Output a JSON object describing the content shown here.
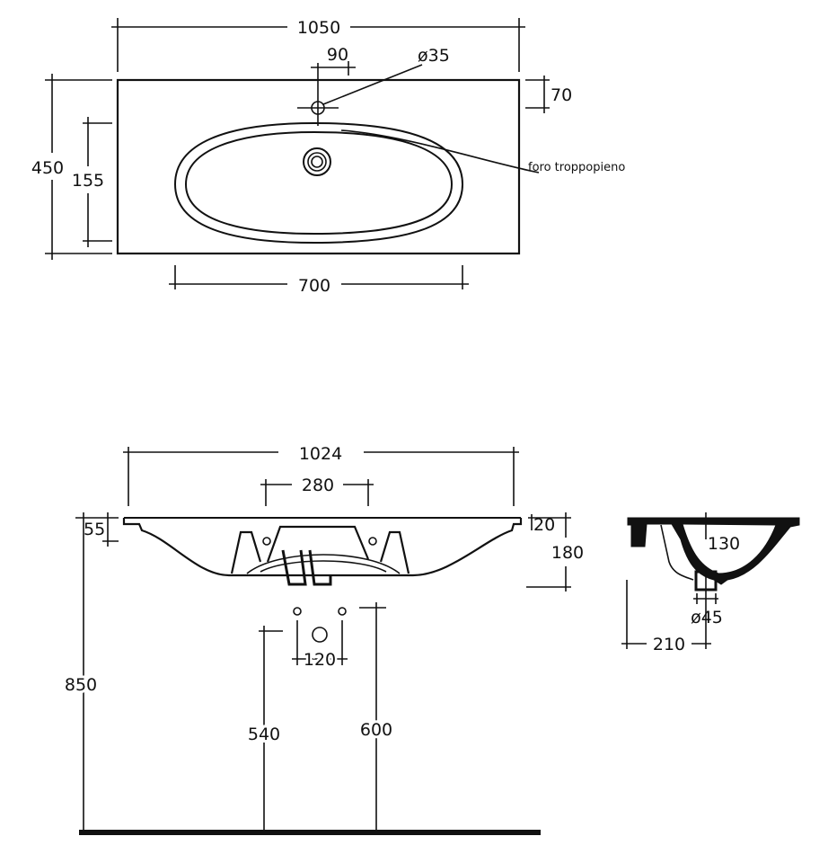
{
  "top_view": {
    "width_total": "1050",
    "tap_offset": "90",
    "tap_hole": "ø35",
    "tap_from_edge": "70",
    "depth_total": "450",
    "bowl_depth": "155",
    "bowl_width": "700",
    "overflow_label": "foro troppopieno"
  },
  "front_view": {
    "width_inner": "1024",
    "bracket_spacing": "280",
    "rim_55": "55",
    "rim_20": "20",
    "height_180": "180",
    "height_850": "850",
    "waste_spacing": "120",
    "height_540": "540",
    "height_600": "600"
  },
  "side_view": {
    "depth_130": "130",
    "waste_diameter": "ø45",
    "depth_210": "210"
  }
}
